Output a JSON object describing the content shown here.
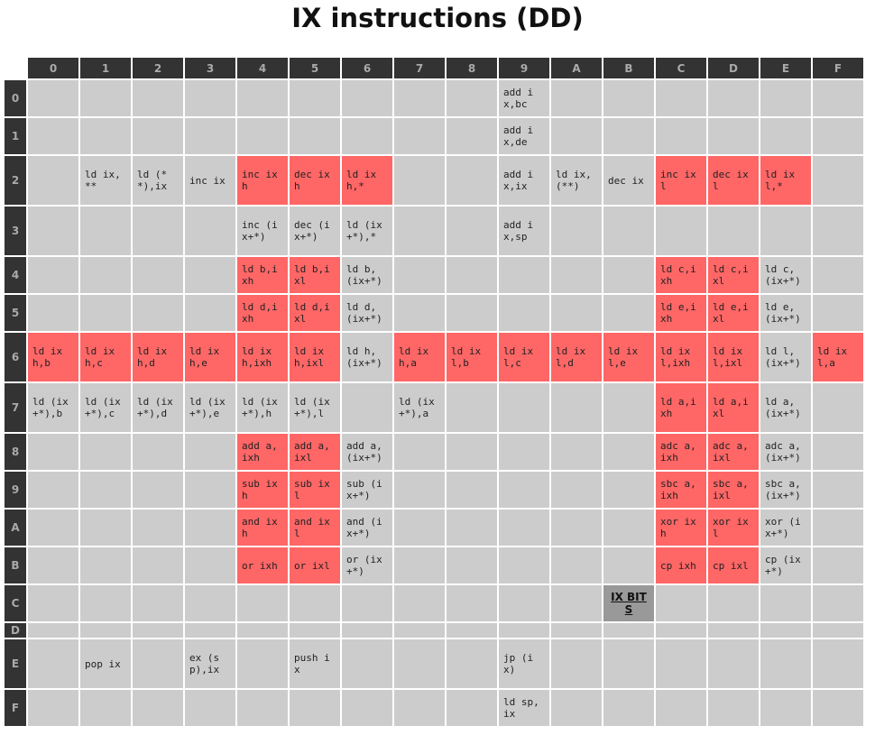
{
  "page_title": "IX instructions (DD)",
  "colors": {
    "header_bg": "#333333",
    "header_text": "#aaaaaa",
    "cell_bg": "#cccccc",
    "highlight_bg": "#ff6666",
    "link_bg": "#999999"
  },
  "columns": [
    "0",
    "1",
    "2",
    "3",
    "4",
    "5",
    "6",
    "7",
    "8",
    "9",
    "A",
    "B",
    "C",
    "D",
    "E",
    "F"
  ],
  "rows": [
    {
      "label": "0",
      "cells": [
        {
          "t": ""
        },
        {
          "t": ""
        },
        {
          "t": ""
        },
        {
          "t": ""
        },
        {
          "t": ""
        },
        {
          "t": ""
        },
        {
          "t": ""
        },
        {
          "t": ""
        },
        {
          "t": ""
        },
        {
          "t": "add ix,bc"
        },
        {
          "t": ""
        },
        {
          "t": ""
        },
        {
          "t": ""
        },
        {
          "t": ""
        },
        {
          "t": ""
        },
        {
          "t": ""
        }
      ]
    },
    {
      "label": "1",
      "cells": [
        {
          "t": ""
        },
        {
          "t": ""
        },
        {
          "t": ""
        },
        {
          "t": ""
        },
        {
          "t": ""
        },
        {
          "t": ""
        },
        {
          "t": ""
        },
        {
          "t": ""
        },
        {
          "t": ""
        },
        {
          "t": "add ix,de"
        },
        {
          "t": ""
        },
        {
          "t": ""
        },
        {
          "t": ""
        },
        {
          "t": ""
        },
        {
          "t": ""
        },
        {
          "t": ""
        }
      ]
    },
    {
      "label": "2",
      "cells": [
        {
          "t": ""
        },
        {
          "t": "ld ix,**"
        },
        {
          "t": "ld (**),ix"
        },
        {
          "t": "inc ix"
        },
        {
          "t": "inc ixh",
          "hl": true
        },
        {
          "t": "dec ixh",
          "hl": true
        },
        {
          "t": "ld ixh,*",
          "hl": true
        },
        {
          "t": ""
        },
        {
          "t": ""
        },
        {
          "t": "add ix,ix"
        },
        {
          "t": "ld ix,(**)"
        },
        {
          "t": "dec ix"
        },
        {
          "t": "inc ixl",
          "hl": true
        },
        {
          "t": "dec ixl",
          "hl": true
        },
        {
          "t": "ld ixl,*",
          "hl": true
        },
        {
          "t": ""
        }
      ]
    },
    {
      "label": "3",
      "cells": [
        {
          "t": ""
        },
        {
          "t": ""
        },
        {
          "t": ""
        },
        {
          "t": ""
        },
        {
          "t": "inc (ix+*)"
        },
        {
          "t": "dec (ix+*)"
        },
        {
          "t": "ld (ix+*),*"
        },
        {
          "t": ""
        },
        {
          "t": ""
        },
        {
          "t": "add ix,sp"
        },
        {
          "t": ""
        },
        {
          "t": ""
        },
        {
          "t": ""
        },
        {
          "t": ""
        },
        {
          "t": ""
        },
        {
          "t": ""
        }
      ]
    },
    {
      "label": "4",
      "cells": [
        {
          "t": ""
        },
        {
          "t": ""
        },
        {
          "t": ""
        },
        {
          "t": ""
        },
        {
          "t": "ld b,ixh",
          "hl": true
        },
        {
          "t": "ld b,ixl",
          "hl": true
        },
        {
          "t": "ld b,(ix+*)"
        },
        {
          "t": ""
        },
        {
          "t": ""
        },
        {
          "t": ""
        },
        {
          "t": ""
        },
        {
          "t": ""
        },
        {
          "t": "ld c,ixh",
          "hl": true
        },
        {
          "t": "ld c,ixl",
          "hl": true
        },
        {
          "t": "ld c,(ix+*)"
        },
        {
          "t": ""
        }
      ]
    },
    {
      "label": "5",
      "cells": [
        {
          "t": ""
        },
        {
          "t": ""
        },
        {
          "t": ""
        },
        {
          "t": ""
        },
        {
          "t": "ld d,ixh",
          "hl": true
        },
        {
          "t": "ld d,ixl",
          "hl": true
        },
        {
          "t": "ld d,(ix+*)"
        },
        {
          "t": ""
        },
        {
          "t": ""
        },
        {
          "t": ""
        },
        {
          "t": ""
        },
        {
          "t": ""
        },
        {
          "t": "ld e,ixh",
          "hl": true
        },
        {
          "t": "ld e,ixl",
          "hl": true
        },
        {
          "t": "ld e,(ix+*)"
        },
        {
          "t": ""
        }
      ]
    },
    {
      "label": "6",
      "cells": [
        {
          "t": "ld ixh,b",
          "hl": true
        },
        {
          "t": "ld ixh,c",
          "hl": true
        },
        {
          "t": "ld ixh,d",
          "hl": true
        },
        {
          "t": "ld ixh,e",
          "hl": true
        },
        {
          "t": "ld ixh,ixh",
          "hl": true
        },
        {
          "t": "ld ixh,ixl",
          "hl": true
        },
        {
          "t": "ld h,(ix+*)"
        },
        {
          "t": "ld ixh,a",
          "hl": true
        },
        {
          "t": "ld ixl,b",
          "hl": true
        },
        {
          "t": "ld ixl,c",
          "hl": true
        },
        {
          "t": "ld ixl,d",
          "hl": true
        },
        {
          "t": "ld ixl,e",
          "hl": true
        },
        {
          "t": "ld ixl,ixh",
          "hl": true
        },
        {
          "t": "ld ixl,ixl",
          "hl": true
        },
        {
          "t": "ld l,(ix+*)"
        },
        {
          "t": "ld ixl,a",
          "hl": true
        }
      ]
    },
    {
      "label": "7",
      "cells": [
        {
          "t": "ld (ix+*),b"
        },
        {
          "t": "ld (ix+*),c"
        },
        {
          "t": "ld (ix+*),d"
        },
        {
          "t": "ld (ix+*),e"
        },
        {
          "t": "ld (ix+*),h"
        },
        {
          "t": "ld (ix+*),l"
        },
        {
          "t": ""
        },
        {
          "t": "ld (ix+*),a"
        },
        {
          "t": ""
        },
        {
          "t": ""
        },
        {
          "t": ""
        },
        {
          "t": ""
        },
        {
          "t": "ld a,ixh",
          "hl": true
        },
        {
          "t": "ld a,ixl",
          "hl": true
        },
        {
          "t": "ld a,(ix+*)"
        },
        {
          "t": ""
        }
      ]
    },
    {
      "label": "8",
      "cells": [
        {
          "t": ""
        },
        {
          "t": ""
        },
        {
          "t": ""
        },
        {
          "t": ""
        },
        {
          "t": "add a,ixh",
          "hl": true
        },
        {
          "t": "add a,ixl",
          "hl": true
        },
        {
          "t": "add a,(ix+*)"
        },
        {
          "t": ""
        },
        {
          "t": ""
        },
        {
          "t": ""
        },
        {
          "t": ""
        },
        {
          "t": ""
        },
        {
          "t": "adc a,ixh",
          "hl": true
        },
        {
          "t": "adc a,ixl",
          "hl": true
        },
        {
          "t": "adc a,(ix+*)"
        },
        {
          "t": ""
        }
      ]
    },
    {
      "label": "9",
      "cells": [
        {
          "t": ""
        },
        {
          "t": ""
        },
        {
          "t": ""
        },
        {
          "t": ""
        },
        {
          "t": "sub ixh",
          "hl": true
        },
        {
          "t": "sub ixl",
          "hl": true
        },
        {
          "t": "sub (ix+*)"
        },
        {
          "t": ""
        },
        {
          "t": ""
        },
        {
          "t": ""
        },
        {
          "t": ""
        },
        {
          "t": ""
        },
        {
          "t": "sbc a,ixh",
          "hl": true
        },
        {
          "t": "sbc a,ixl",
          "hl": true
        },
        {
          "t": "sbc a,(ix+*)"
        },
        {
          "t": ""
        }
      ]
    },
    {
      "label": "A",
      "cells": [
        {
          "t": ""
        },
        {
          "t": ""
        },
        {
          "t": ""
        },
        {
          "t": ""
        },
        {
          "t": "and ixh",
          "hl": true
        },
        {
          "t": "and ixl",
          "hl": true
        },
        {
          "t": "and (ix+*)"
        },
        {
          "t": ""
        },
        {
          "t": ""
        },
        {
          "t": ""
        },
        {
          "t": ""
        },
        {
          "t": ""
        },
        {
          "t": "xor ixh",
          "hl": true
        },
        {
          "t": "xor ixl",
          "hl": true
        },
        {
          "t": "xor (ix+*)"
        },
        {
          "t": ""
        }
      ]
    },
    {
      "label": "B",
      "cells": [
        {
          "t": ""
        },
        {
          "t": ""
        },
        {
          "t": ""
        },
        {
          "t": ""
        },
        {
          "t": "or ixh",
          "hl": true
        },
        {
          "t": "or ixl",
          "hl": true
        },
        {
          "t": "or (ix+*)"
        },
        {
          "t": ""
        },
        {
          "t": ""
        },
        {
          "t": ""
        },
        {
          "t": ""
        },
        {
          "t": ""
        },
        {
          "t": "cp ixh",
          "hl": true
        },
        {
          "t": "cp ixl",
          "hl": true
        },
        {
          "t": "cp (ix+*)"
        },
        {
          "t": ""
        }
      ]
    },
    {
      "label": "C",
      "cells": [
        {
          "t": ""
        },
        {
          "t": ""
        },
        {
          "t": ""
        },
        {
          "t": ""
        },
        {
          "t": ""
        },
        {
          "t": ""
        },
        {
          "t": ""
        },
        {
          "t": ""
        },
        {
          "t": ""
        },
        {
          "t": ""
        },
        {
          "t": ""
        },
        {
          "t": "IX BITS",
          "link": true
        },
        {
          "t": ""
        },
        {
          "t": ""
        },
        {
          "t": ""
        },
        {
          "t": ""
        }
      ]
    },
    {
      "label": "D",
      "cells": [
        {
          "t": ""
        },
        {
          "t": ""
        },
        {
          "t": ""
        },
        {
          "t": ""
        },
        {
          "t": ""
        },
        {
          "t": ""
        },
        {
          "t": ""
        },
        {
          "t": ""
        },
        {
          "t": ""
        },
        {
          "t": ""
        },
        {
          "t": ""
        },
        {
          "t": ""
        },
        {
          "t": ""
        },
        {
          "t": ""
        },
        {
          "t": ""
        },
        {
          "t": ""
        }
      ]
    },
    {
      "label": "E",
      "cells": [
        {
          "t": ""
        },
        {
          "t": "pop ix"
        },
        {
          "t": ""
        },
        {
          "t": "ex (sp),ix"
        },
        {
          "t": ""
        },
        {
          "t": "push ix"
        },
        {
          "t": ""
        },
        {
          "t": ""
        },
        {
          "t": ""
        },
        {
          "t": "jp (ix)"
        },
        {
          "t": ""
        },
        {
          "t": ""
        },
        {
          "t": ""
        },
        {
          "t": ""
        },
        {
          "t": ""
        },
        {
          "t": ""
        }
      ]
    },
    {
      "label": "F",
      "cells": [
        {
          "t": ""
        },
        {
          "t": ""
        },
        {
          "t": ""
        },
        {
          "t": ""
        },
        {
          "t": ""
        },
        {
          "t": ""
        },
        {
          "t": ""
        },
        {
          "t": ""
        },
        {
          "t": ""
        },
        {
          "t": "ld sp,ix"
        },
        {
          "t": ""
        },
        {
          "t": ""
        },
        {
          "t": ""
        },
        {
          "t": ""
        },
        {
          "t": ""
        },
        {
          "t": ""
        }
      ]
    }
  ]
}
